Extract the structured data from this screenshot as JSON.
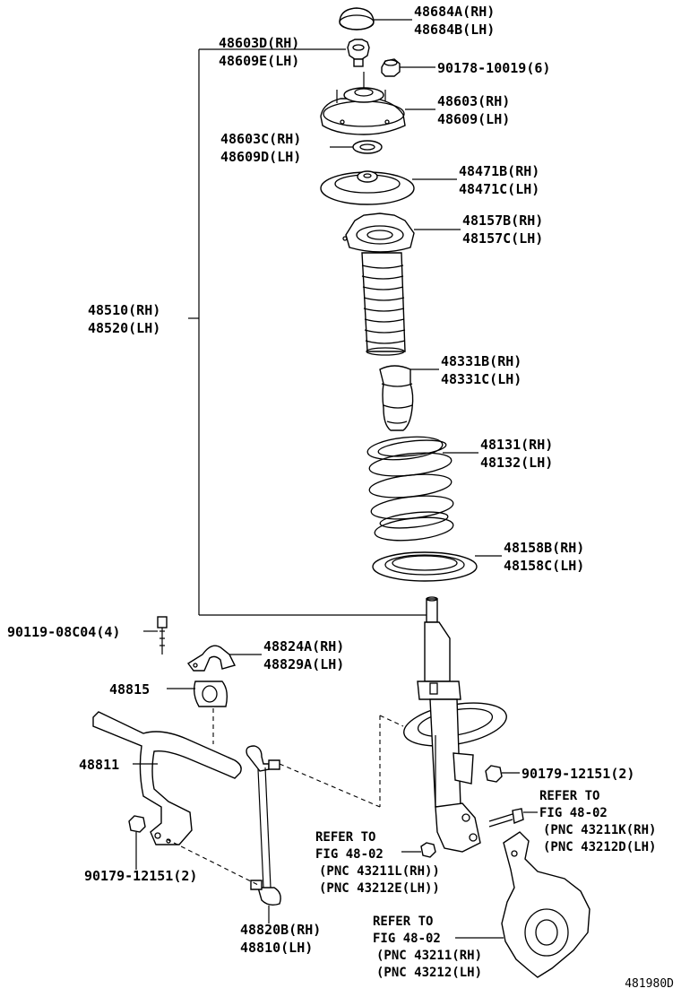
{
  "labels": {
    "l48684": [
      "48684A(RH)",
      "48684B(LH)"
    ],
    "l48603D": [
      "48603D(RH)",
      "48609E(LH)"
    ],
    "l90178": [
      "90178-10019(6)"
    ],
    "l48603": [
      "48603(RH)",
      "48609(LH)"
    ],
    "l48603C": [
      "48603C(RH)",
      "48609D(LH)"
    ],
    "l48471": [
      "48471B(RH)",
      "48471C(LH)"
    ],
    "l48157": [
      "48157B(RH)",
      "48157C(LH)"
    ],
    "l48510": [
      "48510(RH)",
      "48520(LH)"
    ],
    "l48331": [
      "48331B(RH)",
      "48331C(LH)"
    ],
    "l48131": [
      "48131(RH)",
      "48132(LH)"
    ],
    "l48158": [
      "48158B(RH)",
      "48158C(LH)"
    ],
    "l90119": [
      "90119-08C04(4)"
    ],
    "l48824": [
      "48824A(RH)",
      "48829A(LH)"
    ],
    "l48815": [
      "48815"
    ],
    "l48811": [
      "48811"
    ],
    "l90179a": [
      "90179-12151(2)"
    ],
    "l90179b": [
      "90179-12151(2)"
    ],
    "l48820": [
      "48820B(RH)",
      "48810(LH)"
    ]
  },
  "references": {
    "ref1": [
      "REFER TO",
      "FIG 48-02",
      "(PNC 43211K(RH)",
      "(PNC 43212D(LH)"
    ],
    "ref2": [
      "REFER TO",
      "FIG 48-02",
      "(PNC 43211L(RH))",
      "(PNC 43212E(LH))"
    ],
    "ref3": [
      "REFER TO",
      "FIG 48-02",
      "(PNC 43211(RH)",
      "(PNC 43212(LH)"
    ]
  },
  "diagram_code": "481980D"
}
